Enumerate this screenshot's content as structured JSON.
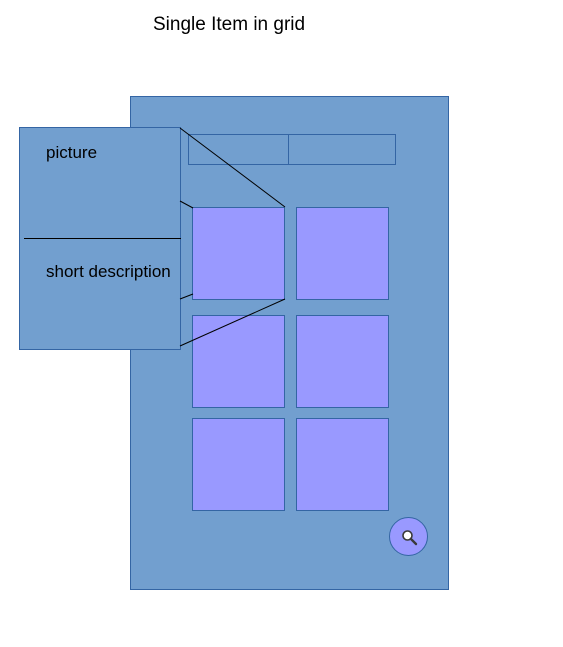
{
  "title": "Single Item in grid",
  "callout": {
    "picture_label": "picture",
    "description_label": "short description"
  },
  "grid": {
    "rows": 3,
    "columns": 2
  },
  "icons": {
    "search_button": "search-icon"
  },
  "colors": {
    "phone_fill": "#729fcf",
    "phone_border": "#3465a4",
    "grid_cell_fill": "#9999ff",
    "connector_line": "#000000"
  }
}
